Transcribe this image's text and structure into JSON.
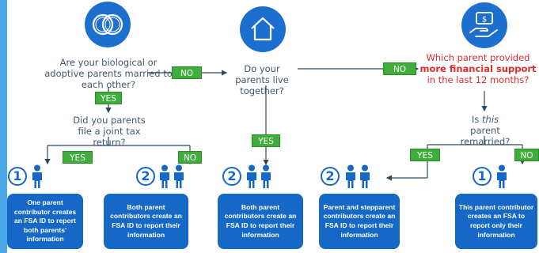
{
  "questions": {
    "married": "Are your biological or adoptive parents married to each other?",
    "live_together": "Do your parents live together?",
    "support_prefix": "Which parent provided",
    "support_bold": "more financial support",
    "support_suffix": "in the last 12 months?",
    "joint_tax": "Did you parents file a joint tax return?",
    "remarried_prefix": "Is",
    "remarried_italic": "this",
    "remarried_suffix": "parent remarried?"
  },
  "tags": {
    "no_1": "NO",
    "no_2": "NO",
    "yes_married": "YES",
    "yes_live": "YES",
    "yes_joint": "YES",
    "no_joint": "NO",
    "yes_remarried": "YES",
    "no_remarried": "NO"
  },
  "counts": {
    "r1": "1",
    "r2": "2",
    "r3": "2",
    "r4": "2",
    "r5": "1"
  },
  "results": {
    "r1": "One parent contributor creates an FSA ID to report both parents' information",
    "r2": "Both parent contributors create an FSA ID to report their information",
    "r3": "Both parent contributors create an FSA ID to report their information",
    "r4": "Parent and stepparent contributors create an FSA ID to report their information",
    "r5": "This parent contributor creates an FSA to report only their information"
  },
  "icons": [
    "rings-icon",
    "house-icon",
    "money-hand-icon"
  ],
  "colors": {
    "blue": "#1668c7",
    "green": "#3fae3c",
    "red": "#e02b2b",
    "text": "#3d5870"
  }
}
